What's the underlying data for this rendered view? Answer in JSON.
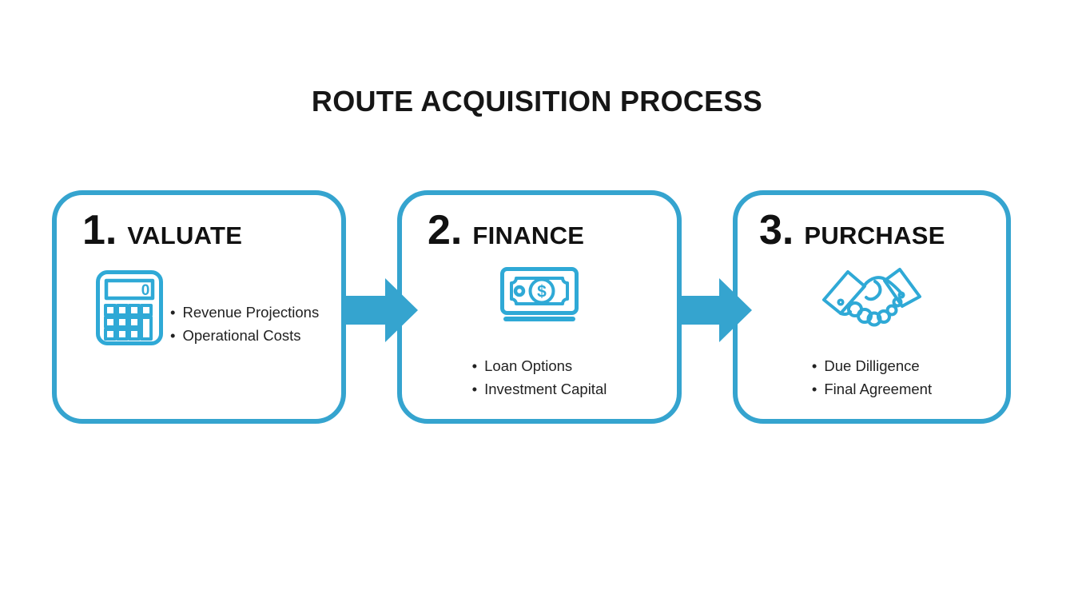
{
  "title": "ROUTE ACQUISITION PROCESS",
  "colors": {
    "accent": "#35a4cf",
    "icon_blue": "#2fa9d6",
    "text_dark": "#1c1c1c"
  },
  "steps": [
    {
      "number": "1.",
      "label": "VALUATE",
      "icon": "calculator-icon",
      "bullets": [
        "Revenue Projections",
        "Operational Costs"
      ]
    },
    {
      "number": "2.",
      "label": "FINANCE",
      "icon": "money-bill-icon",
      "bullets": [
        "Loan Options",
        "Investment Capital"
      ]
    },
    {
      "number": "3.",
      "label": "PURCHASE",
      "icon": "handshake-icon",
      "bullets": [
        "Due Dilligence",
        "Final Agreement"
      ]
    }
  ],
  "icons": {
    "calculator_display": "0",
    "money_symbol": "$"
  }
}
